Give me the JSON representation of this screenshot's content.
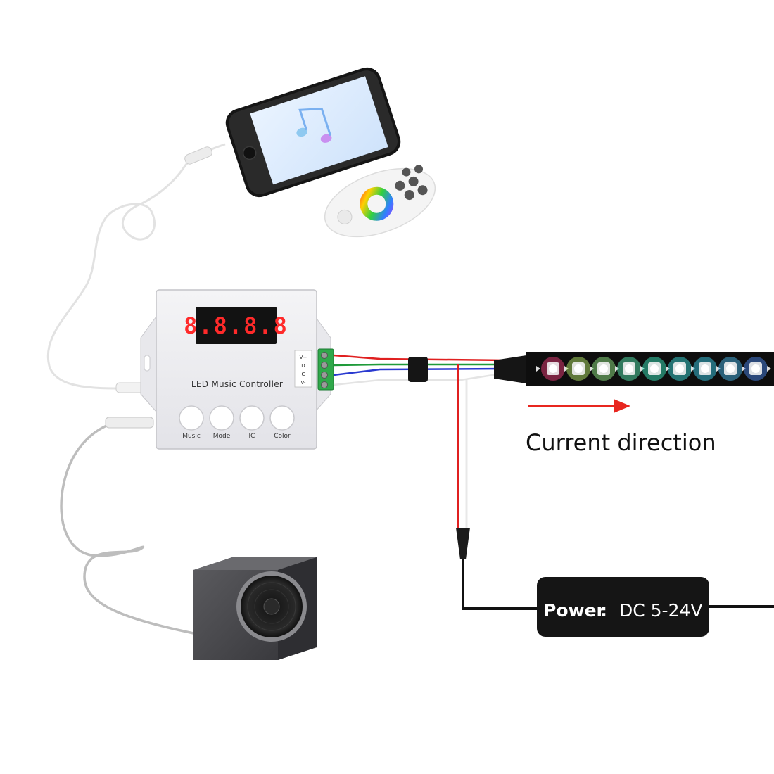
{
  "controller": {
    "display": "8.8.8.8",
    "title": "LED Music Controller",
    "terminals": [
      "V+",
      "D",
      "C",
      "V-"
    ],
    "buttons": [
      "Music",
      "Mode",
      "IC",
      "Color"
    ]
  },
  "direction": {
    "label": "Current direction",
    "arrow_color": "#e8261f"
  },
  "power": {
    "label": "Power",
    "separator": ":",
    "value": "DC 5-24V"
  },
  "colors": {
    "wire_red": "#e02020",
    "wire_green": "#1f9a3a",
    "wire_blue": "#2a3ad0",
    "wire_white": "#dddddd",
    "strip_leds": [
      "#ff4080",
      "#c8ff70",
      "#a0ff90",
      "#60ffc0",
      "#40ffd0",
      "#40f0f0",
      "#40e0ff",
      "#50c8ff",
      "#5090ff",
      "#4060ff"
    ]
  }
}
